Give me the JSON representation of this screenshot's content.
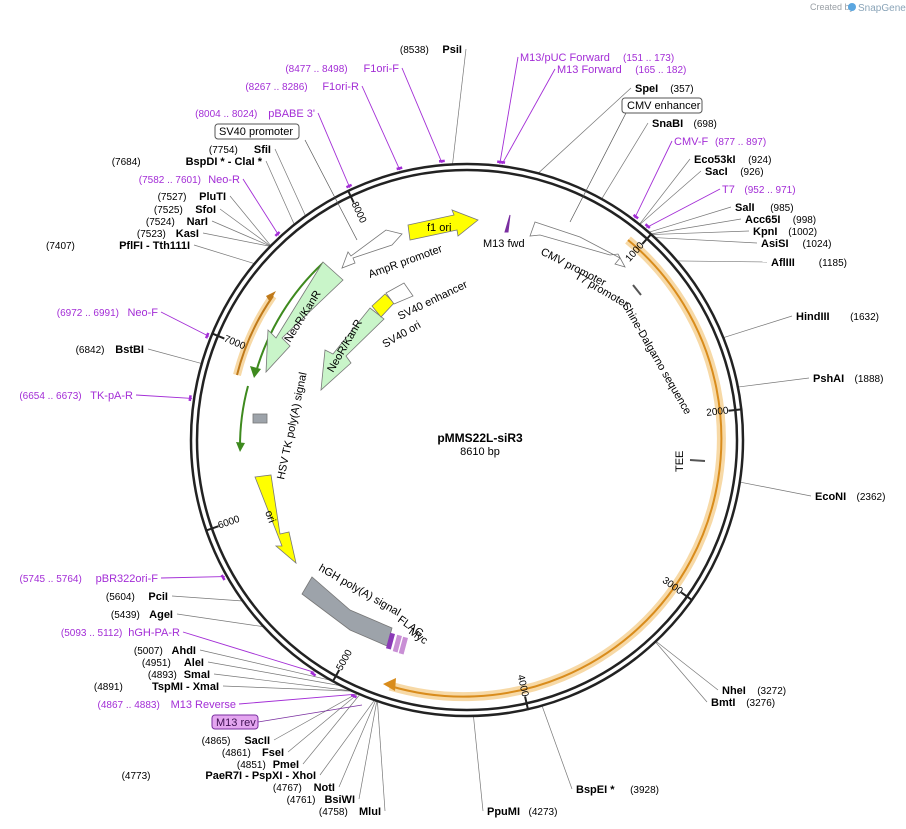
{
  "app": {
    "credit_prefix": "Created by",
    "credit_brand": "SnapGene"
  },
  "plasmid": {
    "name": "pMMS22L-siR3",
    "size_label": "8610 bp",
    "length": 8610
  },
  "ticks": [
    {
      "label": "1000",
      "pos": 1000
    },
    {
      "label": "2000",
      "pos": 2000
    },
    {
      "label": "3000",
      "pos": 3000
    },
    {
      "label": "4000",
      "pos": 4000
    },
    {
      "label": "5000",
      "pos": 5000
    },
    {
      "label": "6000",
      "pos": 6000
    },
    {
      "label": "7000",
      "pos": 7000
    },
    {
      "label": "8000",
      "pos": 8000
    }
  ],
  "enzymes": [
    {
      "pos": 8538,
      "label_pos": "(8538)",
      "name": "PsiI"
    },
    {
      "pos": 357,
      "label_pos": "(357)",
      "name": "SpeI"
    },
    {
      "pos": 698,
      "label_pos": "(698)",
      "name": "SnaBI"
    },
    {
      "pos": 924,
      "label_pos": "(924)",
      "name": "Eco53kI"
    },
    {
      "pos": 926,
      "label_pos": "(926)",
      "name": "SacI"
    },
    {
      "pos": 985,
      "label_pos": "(985)",
      "name": "SalI"
    },
    {
      "pos": 998,
      "label_pos": "(998)",
      "name": "Acc65I"
    },
    {
      "pos": 1002,
      "label_pos": "(1002)",
      "name": "KpnI"
    },
    {
      "pos": 1024,
      "label_pos": "(1024)",
      "name": "AsiSI"
    },
    {
      "pos": 1185,
      "label_pos": "(1185)",
      "name": "AflIII"
    },
    {
      "pos": 1632,
      "label_pos": "(1632)",
      "name": "HindIII"
    },
    {
      "pos": 1888,
      "label_pos": "(1888)",
      "name": "PshAI"
    },
    {
      "pos": 2362,
      "label_pos": "(2362)",
      "name": "EcoNI"
    },
    {
      "pos": 3272,
      "label_pos": "(3272)",
      "name": "NheI"
    },
    {
      "pos": 3276,
      "label_pos": "(3276)",
      "name": "BmtI"
    },
    {
      "pos": 3928,
      "label_pos": "(3928)",
      "name": "BspEI *"
    },
    {
      "pos": 4273,
      "label_pos": "(4273)",
      "name": "PpuMI"
    },
    {
      "pos": 4758,
      "label_pos": "(4758)",
      "name": "MluI"
    },
    {
      "pos": 4761,
      "label_pos": "(4761)",
      "name": "BsiWI"
    },
    {
      "pos": 4767,
      "label_pos": "(4767)",
      "name": "NotI"
    },
    {
      "pos": 4773,
      "label_pos": "(4773)",
      "name": "PaeR7I  -  PspXI  -  XhoI"
    },
    {
      "pos": 4851,
      "label_pos": "(4851)",
      "name": "PmeI"
    },
    {
      "pos": 4861,
      "label_pos": "(4861)",
      "name": "FseI"
    },
    {
      "pos": 4865,
      "label_pos": "(4865)",
      "name": "SacII"
    },
    {
      "pos": 4891,
      "label_pos": "(4891)",
      "name": "TspMI  -  XmaI"
    },
    {
      "pos": 4893,
      "label_pos": "(4893)",
      "name": "SmaI"
    },
    {
      "pos": 4951,
      "label_pos": "(4951)",
      "name": "AleI"
    },
    {
      "pos": 5007,
      "label_pos": "(5007)",
      "name": "AhdI"
    },
    {
      "pos": 5439,
      "label_pos": "(5439)",
      "name": "AgeI"
    },
    {
      "pos": 5604,
      "label_pos": "(5604)",
      "name": "PciI"
    },
    {
      "pos": 6842,
      "label_pos": "(6842)",
      "name": "BstBI"
    },
    {
      "pos": 7407,
      "label_pos": "(7407)",
      "name": "PflFI  -  Tth111I"
    },
    {
      "pos": 7523,
      "label_pos": "(7523)",
      "name": "KasI"
    },
    {
      "pos": 7524,
      "label_pos": "(7524)",
      "name": "NarI"
    },
    {
      "pos": 7525,
      "label_pos": "(7525)",
      "name": "SfoI"
    },
    {
      "pos": 7527,
      "label_pos": "(7527)",
      "name": "PluTI"
    },
    {
      "pos": 7684,
      "label_pos": "(7684)",
      "name": "BspDI *  -  ClaI *"
    },
    {
      "pos": 7754,
      "label_pos": "(7754)",
      "name": "SfiI"
    }
  ],
  "primers": [
    {
      "pos": 8487,
      "range": "(8477 .. 8498)",
      "name": "F1ori-F"
    },
    {
      "pos": 8276,
      "range": "(8267 .. 8286)",
      "name": "F1ori-R"
    },
    {
      "pos": 8014,
      "range": "(8004 .. 8024)",
      "name": "pBABE 3'"
    },
    {
      "pos": 7591,
      "range": "(7582 .. 7601)",
      "name": "Neo-R"
    },
    {
      "pos": 6981,
      "range": "(6972 .. 6991)",
      "name": "Neo-F"
    },
    {
      "pos": 6663,
      "range": "(6654 .. 6673)",
      "name": "TK-pA-R"
    },
    {
      "pos": 5754,
      "range": "(5745 .. 5764)",
      "name": "pBR322ori-F"
    },
    {
      "pos": 5102,
      "range": "(5093 .. 5112)",
      "name": "hGH-PA-R"
    },
    {
      "pos": 4875,
      "range": "(4867 .. 4883)",
      "name": "M13 Reverse"
    },
    {
      "pos": 162,
      "range": "(151 .. 173)",
      "name": "M13/pUC Forward"
    },
    {
      "pos": 173,
      "range": "(165 .. 182)",
      "name": "M13 Forward"
    },
    {
      "pos": 887,
      "range": "(877 .. 897)",
      "name": "CMV-F"
    },
    {
      "pos": 961,
      "range": "(952 .. 971)",
      "name": "T7"
    }
  ],
  "boxed_labels": [
    {
      "name": "SV40 promoter"
    },
    {
      "name": "CMV enhancer"
    },
    {
      "name": "M13 rev"
    }
  ],
  "features": [
    {
      "name": "f1 ori"
    },
    {
      "name": "AmpR promoter"
    },
    {
      "name": "M13 fwd"
    },
    {
      "name": "CMV promoter"
    },
    {
      "name": "T7 promoter"
    },
    {
      "name": "Shine-Dalgarno sequence"
    },
    {
      "name": "TEE"
    },
    {
      "name": "NeoR/KanR"
    },
    {
      "name": "NeoR/KanR"
    },
    {
      "name": "SV40 enhancer"
    },
    {
      "name": "SV40 ori"
    },
    {
      "name": "HSV TK poly(A) signal"
    },
    {
      "name": "ori"
    },
    {
      "name": "hGH poly(A) signal"
    },
    {
      "name": "FLAG"
    },
    {
      "name": "Myc"
    }
  ],
  "colors": {
    "primer": "#a32dd6",
    "orf": "#f0a73a",
    "neo": "#c9f5c9",
    "ori": "#ffff00",
    "hgh": "#9da3aa",
    "backbone": "#222222"
  }
}
